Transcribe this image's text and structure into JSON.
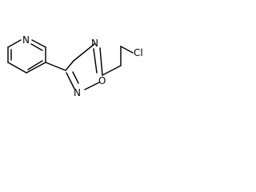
{
  "molecule": {
    "atoms": {
      "pyridine_n": "N",
      "oxadiazole_n4": "N",
      "oxadiazole_n2": "N",
      "oxadiazole_o1": "O",
      "chloro": "Cl"
    }
  }
}
